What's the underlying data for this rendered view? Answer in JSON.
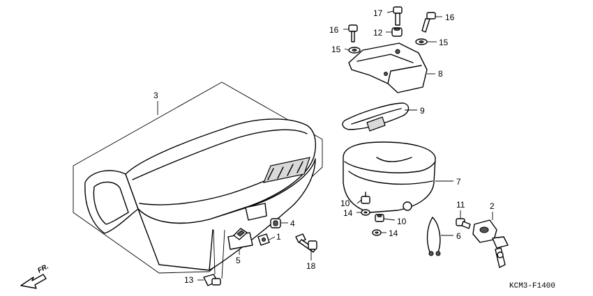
{
  "diagram_code": "KCM3-F1400",
  "direction_label": "FR.",
  "callouts": {
    "c1": "1",
    "c2": "2",
    "c3": "3",
    "c4": "4",
    "c5": "5",
    "c6": "6",
    "c7": "7",
    "c8": "8",
    "c9": "9",
    "c10a": "10",
    "c10b": "10",
    "c11": "11",
    "c12": "12",
    "c13": "13",
    "c14a": "14",
    "c14b": "14",
    "c15a": "15",
    "c15b": "15",
    "c16a": "16",
    "c16b": "16",
    "c17": "17",
    "c18": "18"
  }
}
